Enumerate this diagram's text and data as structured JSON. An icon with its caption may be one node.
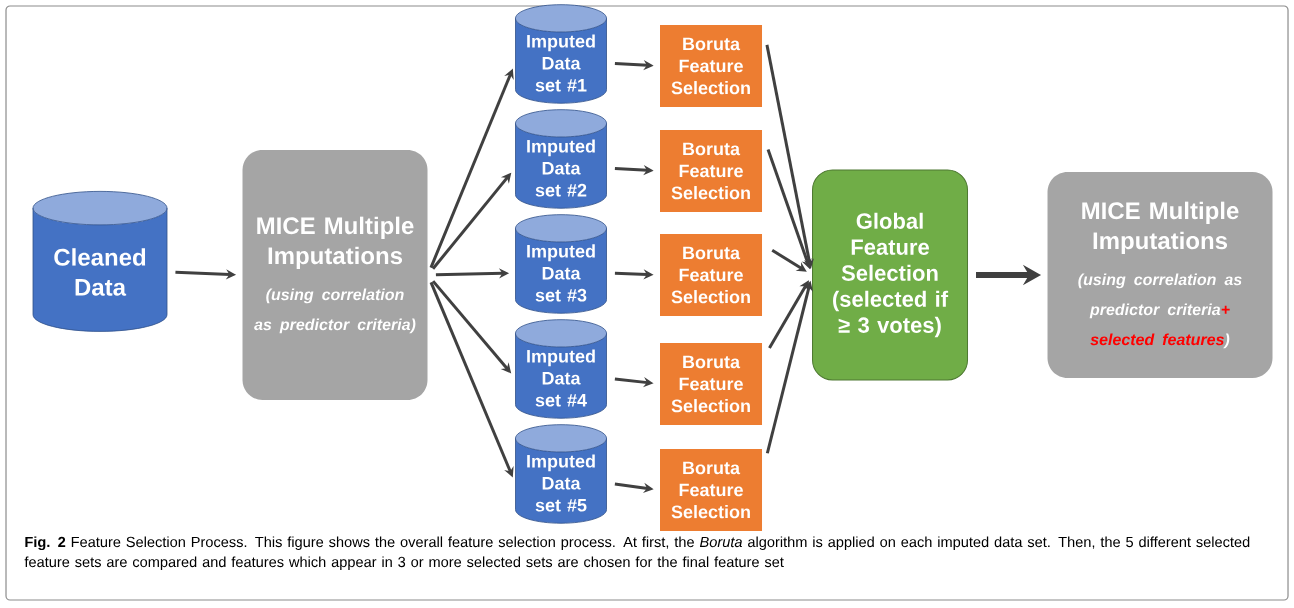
{
  "diagram": {
    "nodes": [
      {
        "text": [
          "Cleaned Data"
        ]
      },
      {
        "text": [
          "MICE Multiple Imputations",
          "(using correlation as predictor criteria)"
        ]
      },
      {
        "text": [
          "Imputed Data set #1"
        ]
      },
      {
        "text": [
          "Imputed Data set #2"
        ]
      },
      {
        "text": [
          "Imputed Data set #3"
        ]
      },
      {
        "text": [
          "Imputed Data set #4"
        ]
      },
      {
        "text": [
          "Imputed Data set #5"
        ]
      },
      {
        "text": [
          "Boruta Feature Selection"
        ]
      },
      {
        "text": [
          "Boruta Feature Selection"
        ]
      },
      {
        "text": [
          "Boruta Feature Selection"
        ]
      },
      {
        "text": [
          "Boruta Feature Selection"
        ]
      },
      {
        "text": [
          "Boruta Feature Selection"
        ]
      },
      {
        "text": [
          "Global Feature Selection (selected if ≥ 3 votes)"
        ]
      },
      {
        "text": [
          "MICE Multiple Imputations",
          "(using correlation as predictor criteria",
          "+ selected features",
          ")"
        ]
      }
    ],
    "edges": [
      {
        "from": 0,
        "to": 1,
        "arrow": "to"
      },
      {
        "from": 1,
        "to": 2,
        "arrow": "to"
      },
      {
        "from": 1,
        "to": 3,
        "arrow": "to"
      },
      {
        "from": 1,
        "to": 4,
        "arrow": "to"
      },
      {
        "from": 1,
        "to": 5,
        "arrow": "to"
      },
      {
        "from": 1,
        "to": 6,
        "arrow": "to"
      },
      {
        "from": 2,
        "to": 7,
        "arrow": "to"
      },
      {
        "from": 3,
        "to": 8,
        "arrow": "to"
      },
      {
        "from": 4,
        "to": 9,
        "arrow": "to"
      },
      {
        "from": 5,
        "to": 10,
        "arrow": "to"
      },
      {
        "from": 6,
        "to": 11,
        "arrow": "to"
      },
      {
        "from": 7,
        "to": 12,
        "arrow": "to"
      },
      {
        "from": 8,
        "to": 12,
        "arrow": "to"
      },
      {
        "from": 9,
        "to": 12,
        "arrow": "to"
      },
      {
        "from": 10,
        "to": 12,
        "arrow": "to"
      },
      {
        "from": 11,
        "to": 12,
        "arrow": "to"
      },
      {
        "from": 12,
        "to": 13,
        "arrow": "to",
        "style": "thick"
      }
    ],
    "caption": "**Fig. 2** Feature Selection Process. This figure shows the overall feature selection process. At first, the *Boruta* algorithm is applied on each imputed data set. Then, the 5 different selected feature sets are compared and features which appear in 3 or more selected sets are chosen for the final feature set"
  }
}
